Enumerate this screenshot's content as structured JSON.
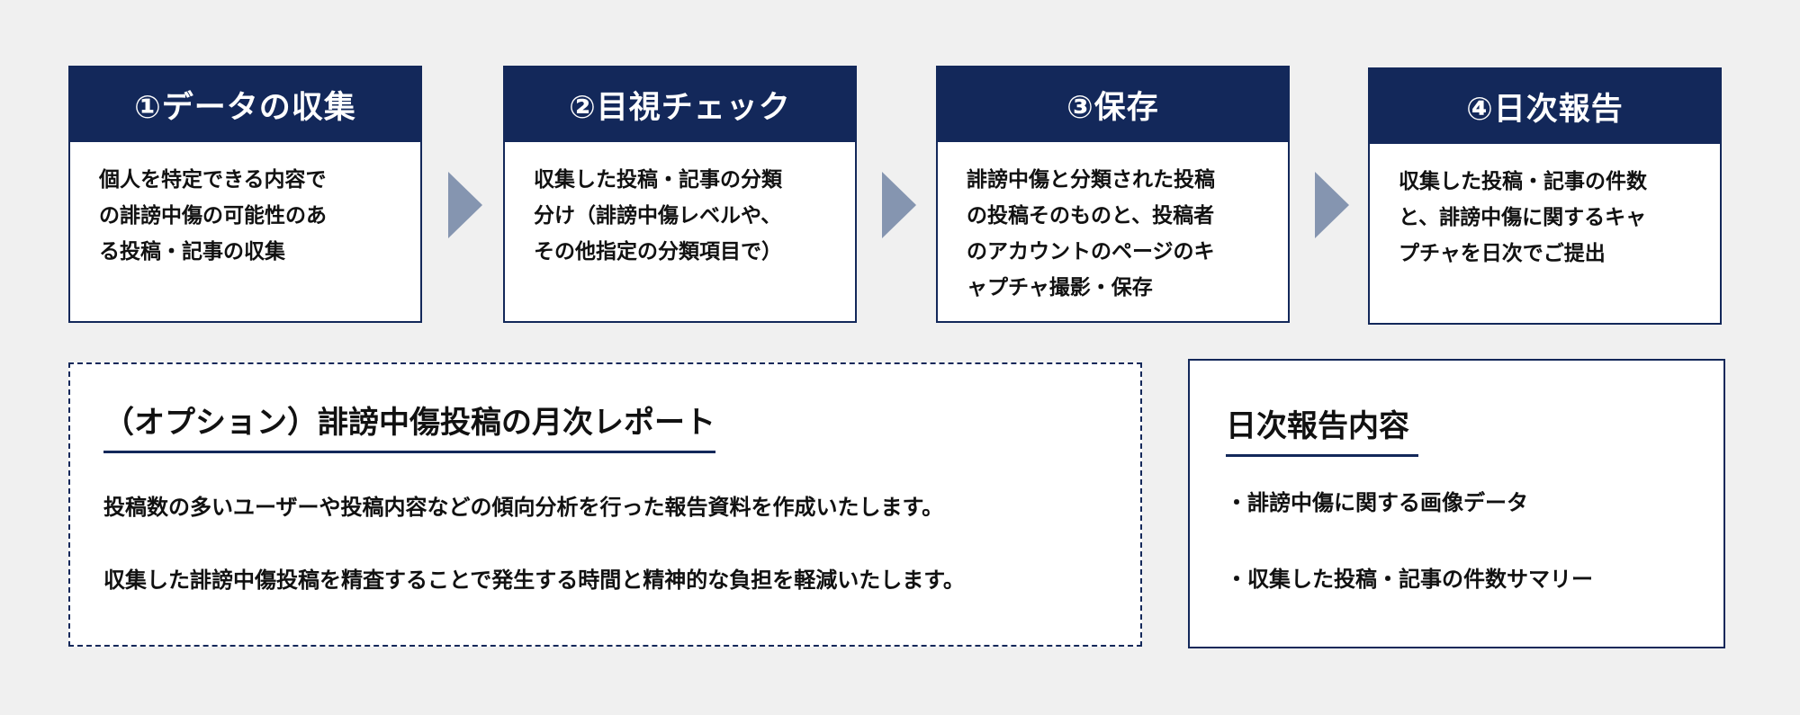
{
  "colors": {
    "navy": "#13285a",
    "arrow": "#8595b0",
    "background": "#f0f0f0"
  },
  "steps": [
    {
      "title": "①データの収集",
      "lines": [
        "個人を特定できる内容で",
        "の誹謗中傷の可能性のあ",
        "る投稿・記事の収集"
      ]
    },
    {
      "title": "②目視チェック",
      "lines": [
        "収集した投稿・記事の分類",
        "分け（誹謗中傷レベルや、",
        "その他指定の分類項目で）"
      ]
    },
    {
      "title": "③保存",
      "lines": [
        "誹謗中傷と分類された投稿",
        "の投稿そのものと、投稿者",
        "のアカウントのページのキ",
        "ャプチャ撮影・保存"
      ]
    },
    {
      "title": "④日次報告",
      "lines": [
        "収集した投稿・記事の件数",
        "と、誹謗中傷に関するキャ",
        "プチャを日次でご提出"
      ]
    }
  ],
  "option": {
    "title": "（オプション）誹謗中傷投稿の月次レポート",
    "paragraphs": [
      "投稿数の多いユーザーや投稿内容などの傾向分析を行った報告資料を作成いたします。",
      "収集した誹謗中傷投稿を精査することで発生する時間と精神的な負担を軽減いたします。"
    ]
  },
  "daily_report": {
    "title": "日次報告内容",
    "items": [
      "・誹謗中傷に関する画像データ",
      "・収集した投稿・記事の件数サマリー"
    ]
  }
}
